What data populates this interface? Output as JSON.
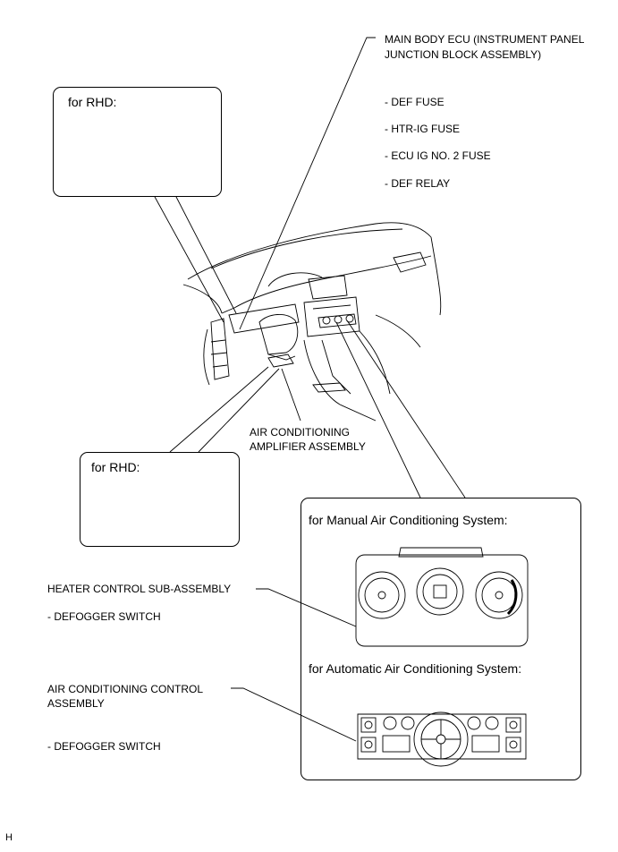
{
  "labels": {
    "main_body_ecu_1": "MAIN BODY ECU (INSTRUMENT PANEL",
    "main_body_ecu_2": "JUNCTION BLOCK ASSEMBLY)",
    "def_fuse": "- DEF FUSE",
    "htr_ig_fuse": "- HTR-IG FUSE",
    "ecu_ig_fuse": "- ECU IG NO. 2 FUSE",
    "def_relay": "- DEF RELAY",
    "ac_amplifier_1": "AIR CONDITIONING",
    "ac_amplifier_2": "AMPLIFIER ASSEMBLY",
    "heater_control": "HEATER CONTROL SUB-ASSEMBLY",
    "defogger_switch_1": "- DEFOGGER SWITCH",
    "ac_control_1": "AIR CONDITIONING CONTROL",
    "ac_control_2": "ASSEMBLY",
    "defogger_switch_2": "- DEFOGGER SWITCH",
    "footer": "H"
  },
  "boxes": {
    "rhd_top": "for RHD:",
    "rhd_bottom": "for RHD:",
    "manual_ac": "for Manual Air Conditioning System:",
    "auto_ac": "for Automatic Air Conditioning System:"
  }
}
